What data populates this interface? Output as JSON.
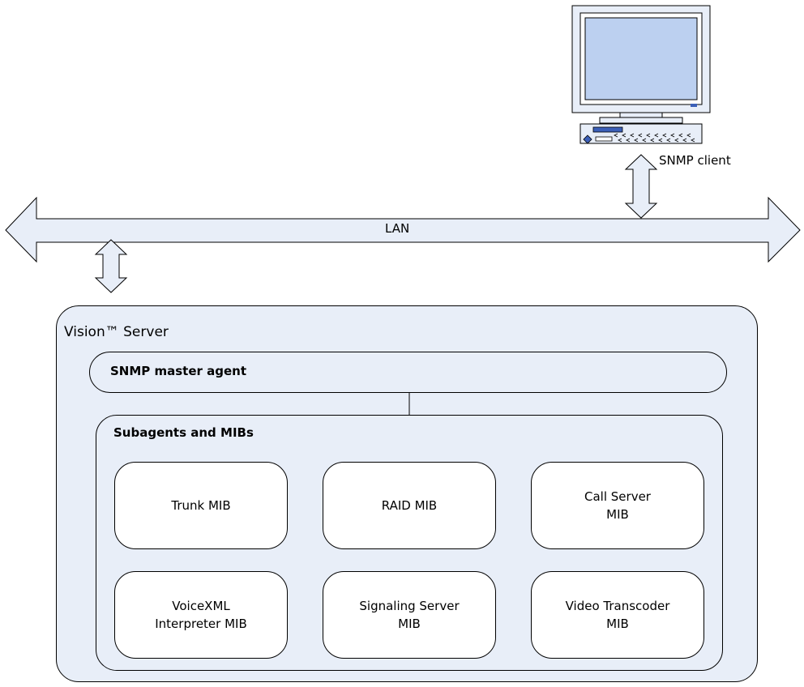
{
  "colors": {
    "fill": "#e8eef8",
    "stroke": "#000000",
    "monitor_screen": "#bcd0f0",
    "monitor_body": "#e8eef8",
    "accent": "#3b5fb8"
  },
  "network": {
    "lan_label": "LAN",
    "client_label": "SNMP client",
    "client_icon": "computer-monitor-icon"
  },
  "server": {
    "title": "Vision™ Server",
    "master_agent": "SNMP master agent",
    "subagents_title": "Subagents and MIBs",
    "mibs": [
      {
        "label": "Trunk MIB"
      },
      {
        "label": "RAID MIB"
      },
      {
        "label": "Call Server\nMIB"
      },
      {
        "label": "VoiceXML\nInterpreter MIB"
      },
      {
        "label": "Signaling Server\nMIB"
      },
      {
        "label": "Video Transcoder\nMIB"
      }
    ]
  }
}
